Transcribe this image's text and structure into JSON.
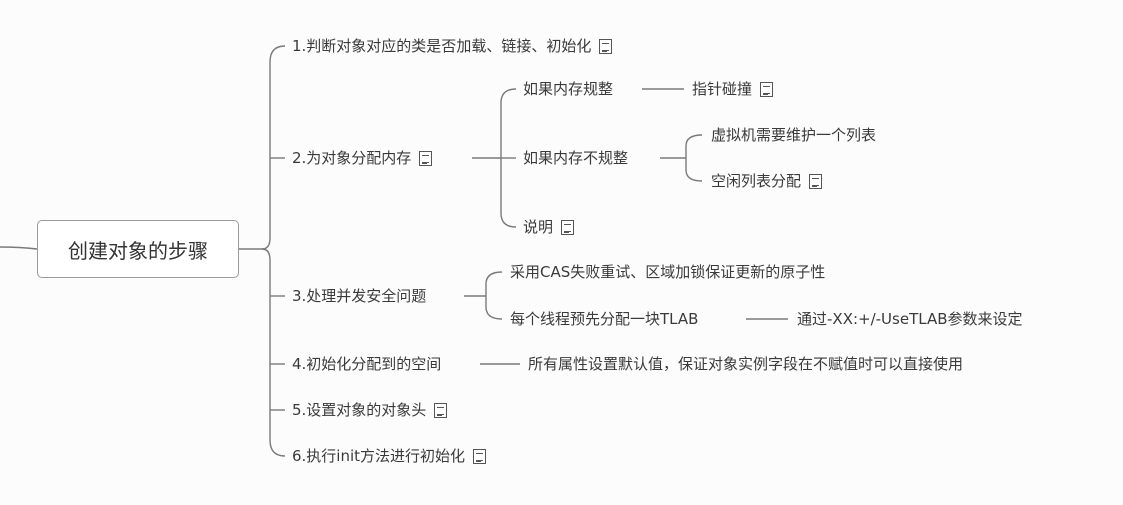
{
  "root": {
    "label": "创建对象的步骤"
  },
  "steps": [
    {
      "label": "1.判断对象对应的类是否加载、链接、初始化",
      "icon": "note-icon"
    },
    {
      "label": "2.为对象分配内存",
      "icon": "note-icon"
    },
    {
      "label": "3.处理并发安全问题"
    },
    {
      "label": "4.初始化分配到的空间"
    },
    {
      "label": "5.设置对象的对象头",
      "icon": "note-icon"
    },
    {
      "label": "6.执行init方法进行初始化",
      "icon": "note-icon"
    }
  ],
  "memory": {
    "regular": {
      "label": "如果内存规整",
      "child": "指针碰撞"
    },
    "irregular": {
      "label": "如果内存不规整",
      "children": [
        "虚拟机需要维护一个列表",
        "空闲列表分配"
      ]
    },
    "note": {
      "label": "说明"
    }
  },
  "concurrency": {
    "cas": "采用CAS失败重试、区域加锁保证更新的原子性",
    "tlab": {
      "label": "每个线程预先分配一块TLAB",
      "child": "通过-XX:+/-UseTLAB参数来设定"
    }
  },
  "init_space": {
    "child": "所有属性设置默认值，保证对象实例字段在不赋值时可以直接使用"
  }
}
